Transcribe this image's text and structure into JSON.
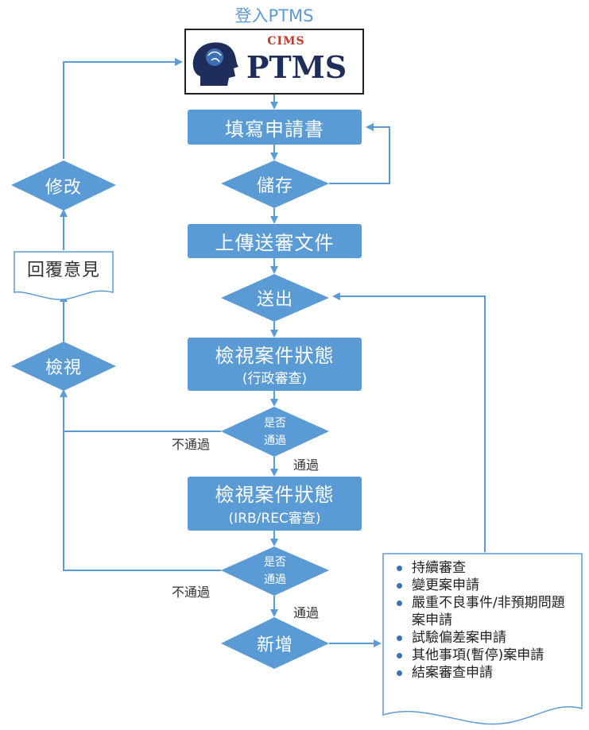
{
  "title": "登入PTMS",
  "logo": {
    "sub": "CIMS",
    "main": "PTMS"
  },
  "nodes": {
    "fill_form": "填寫申請書",
    "save": "儲存",
    "upload_docs": "上傳送審文件",
    "submit": "送出",
    "check_status_admin": {
      "line1": "檢視案件狀態",
      "line2": "(行政審查)"
    },
    "pass_check_1": {
      "line1": "是否",
      "line2": "通過"
    },
    "check_status_irb": {
      "line1": "檢視案件狀態",
      "line2": "(IRB/REC審查)"
    },
    "pass_check_2": {
      "line1": "是否",
      "line2": "通過"
    },
    "add_new": "新增",
    "modify": "修改",
    "reply_comments": "回覆意見",
    "review": "檢視"
  },
  "edges": {
    "fail_1": "不通過",
    "pass_1": "通過",
    "fail_2": "不通過",
    "pass_2": "通過"
  },
  "new_items": [
    "持續審查",
    "變更案申請",
    "嚴重不良事件/非預期問題案申請",
    "試驗偏差案申請",
    "其他事項(暫停)案申請",
    "結案審查申請"
  ],
  "colors": {
    "node_fill": "#5b9bd5",
    "line": "#5b9bd5",
    "doc_border": "#5b9bd5",
    "bullet": "#3b73b9"
  }
}
